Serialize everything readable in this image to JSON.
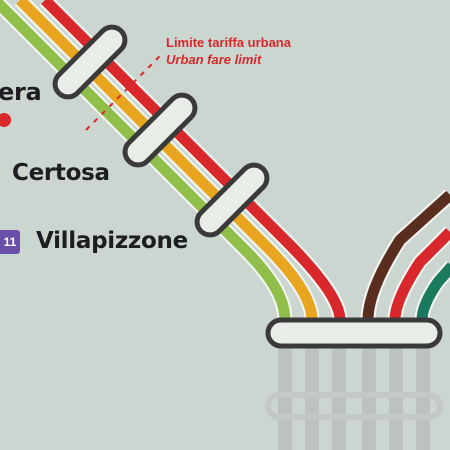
{
  "stations": {
    "top_partial": "era",
    "certosa": "Certosa",
    "villapizzone": "Villapizzone"
  },
  "badge": {
    "label": "11",
    "color": "#6a4fa8"
  },
  "fare_limit": {
    "label_it": "Limite tariffa urbana",
    "label_en": "Urban fare limit",
    "color": "#d8282b"
  },
  "lines": {
    "left_group": [
      {
        "color": "#d8282b",
        "name": "red"
      },
      {
        "color": "#e8a520",
        "name": "orange"
      },
      {
        "color": "#8fbf4a",
        "name": "green"
      }
    ],
    "right_group": [
      {
        "color": "#5a2e1e",
        "name": "brown"
      },
      {
        "color": "#d8282b",
        "name": "red"
      },
      {
        "color": "#1a7a5e",
        "name": "dark-green"
      }
    ],
    "lower_group": {
      "color": "#b6bcb8",
      "name": "grey"
    }
  },
  "colors": {
    "background": "#ccd6d0",
    "stroke_white": "#f4f6f4",
    "station_pill_fill": "#e9ede8",
    "station_pill_outline": "#3a3a3a"
  },
  "icons": {
    "station_marker": "station-pill-icon",
    "interchange": "interchange-bar-icon"
  }
}
